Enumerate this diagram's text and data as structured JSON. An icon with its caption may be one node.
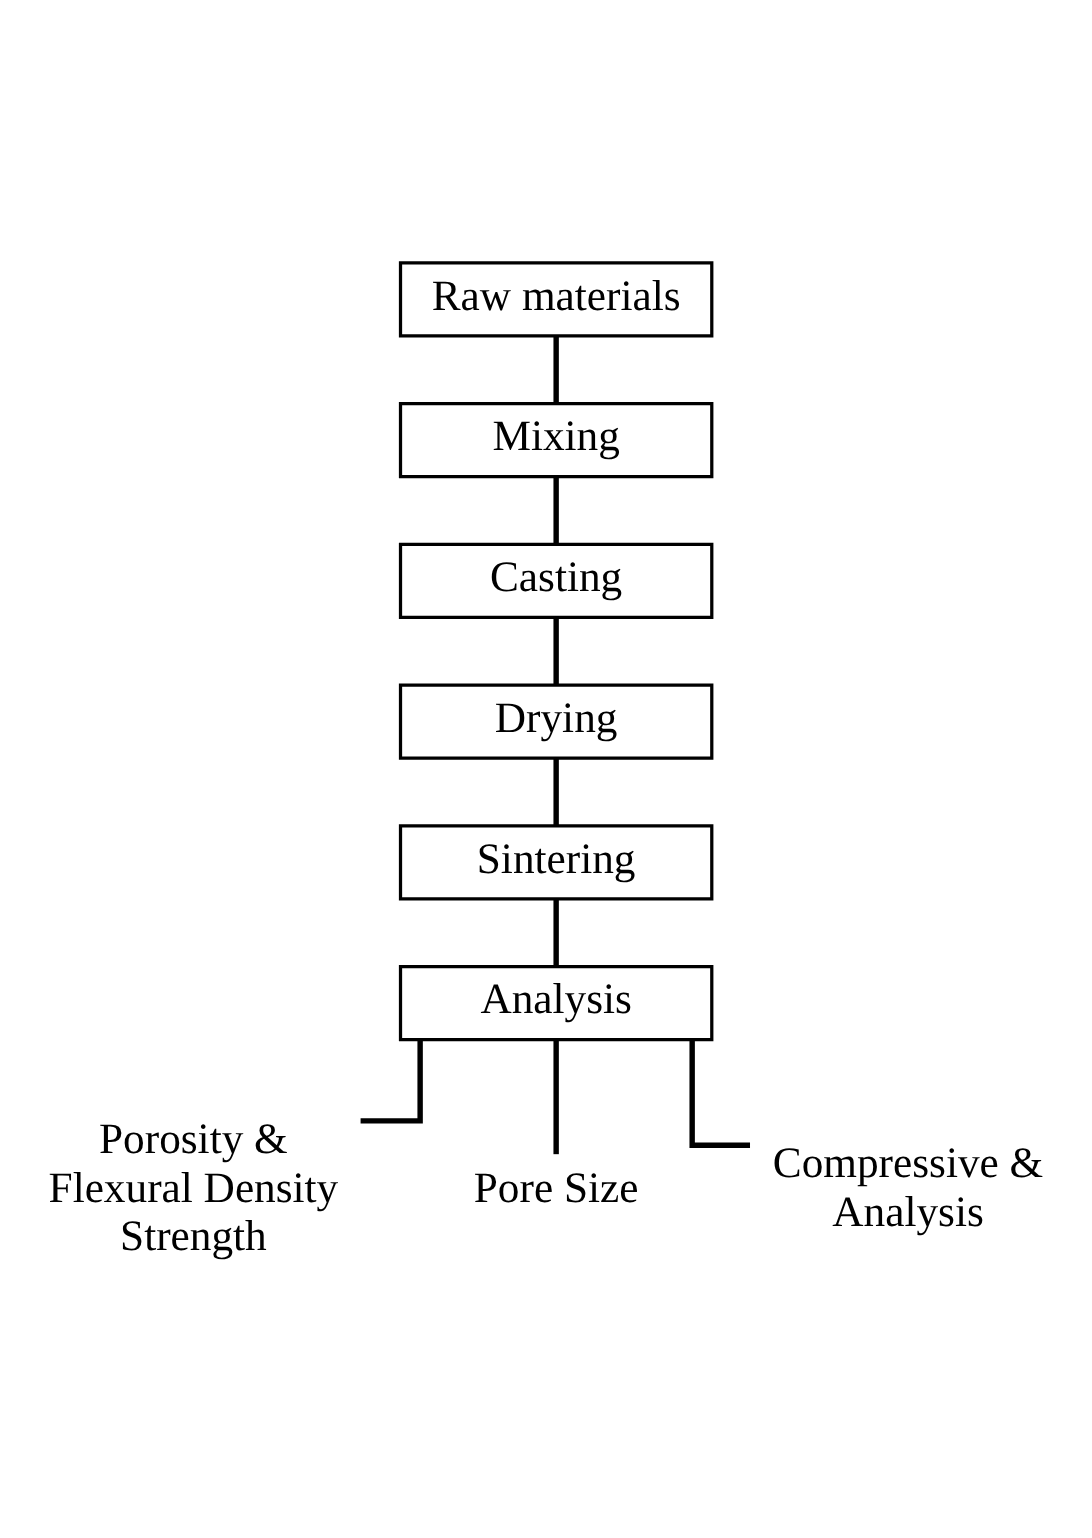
{
  "diagram": {
    "nodes": [
      {
        "text": [
          "Raw materials"
        ]
      },
      {
        "text": [
          "Mixing"
        ]
      },
      {
        "text": [
          "Casting"
        ]
      },
      {
        "text": [
          "Drying"
        ]
      },
      {
        "text": [
          "Sintering"
        ]
      },
      {
        "text": [
          "Analysis"
        ]
      },
      {
        "text": [
          "Porosity & Flexural Density Strength"
        ]
      },
      {
        "text": [
          "Pore Size"
        ]
      },
      {
        "text": [
          "Compressive & Analysis"
        ]
      }
    ],
    "edges": [
      {
        "from": 0,
        "to": 1,
        "arrow": "none"
      },
      {
        "from": 1,
        "to": 2,
        "arrow": "none"
      },
      {
        "from": 2,
        "to": 3,
        "arrow": "none"
      },
      {
        "from": 3,
        "to": 4,
        "arrow": "none"
      },
      {
        "from": 4,
        "to": 5,
        "arrow": "none"
      },
      {
        "from": 5,
        "to": 6,
        "arrow": "none"
      },
      {
        "from": 5,
        "to": 7,
        "arrow": "none"
      },
      {
        "from": 5,
        "to": 8,
        "arrow": "none"
      }
    ]
  }
}
